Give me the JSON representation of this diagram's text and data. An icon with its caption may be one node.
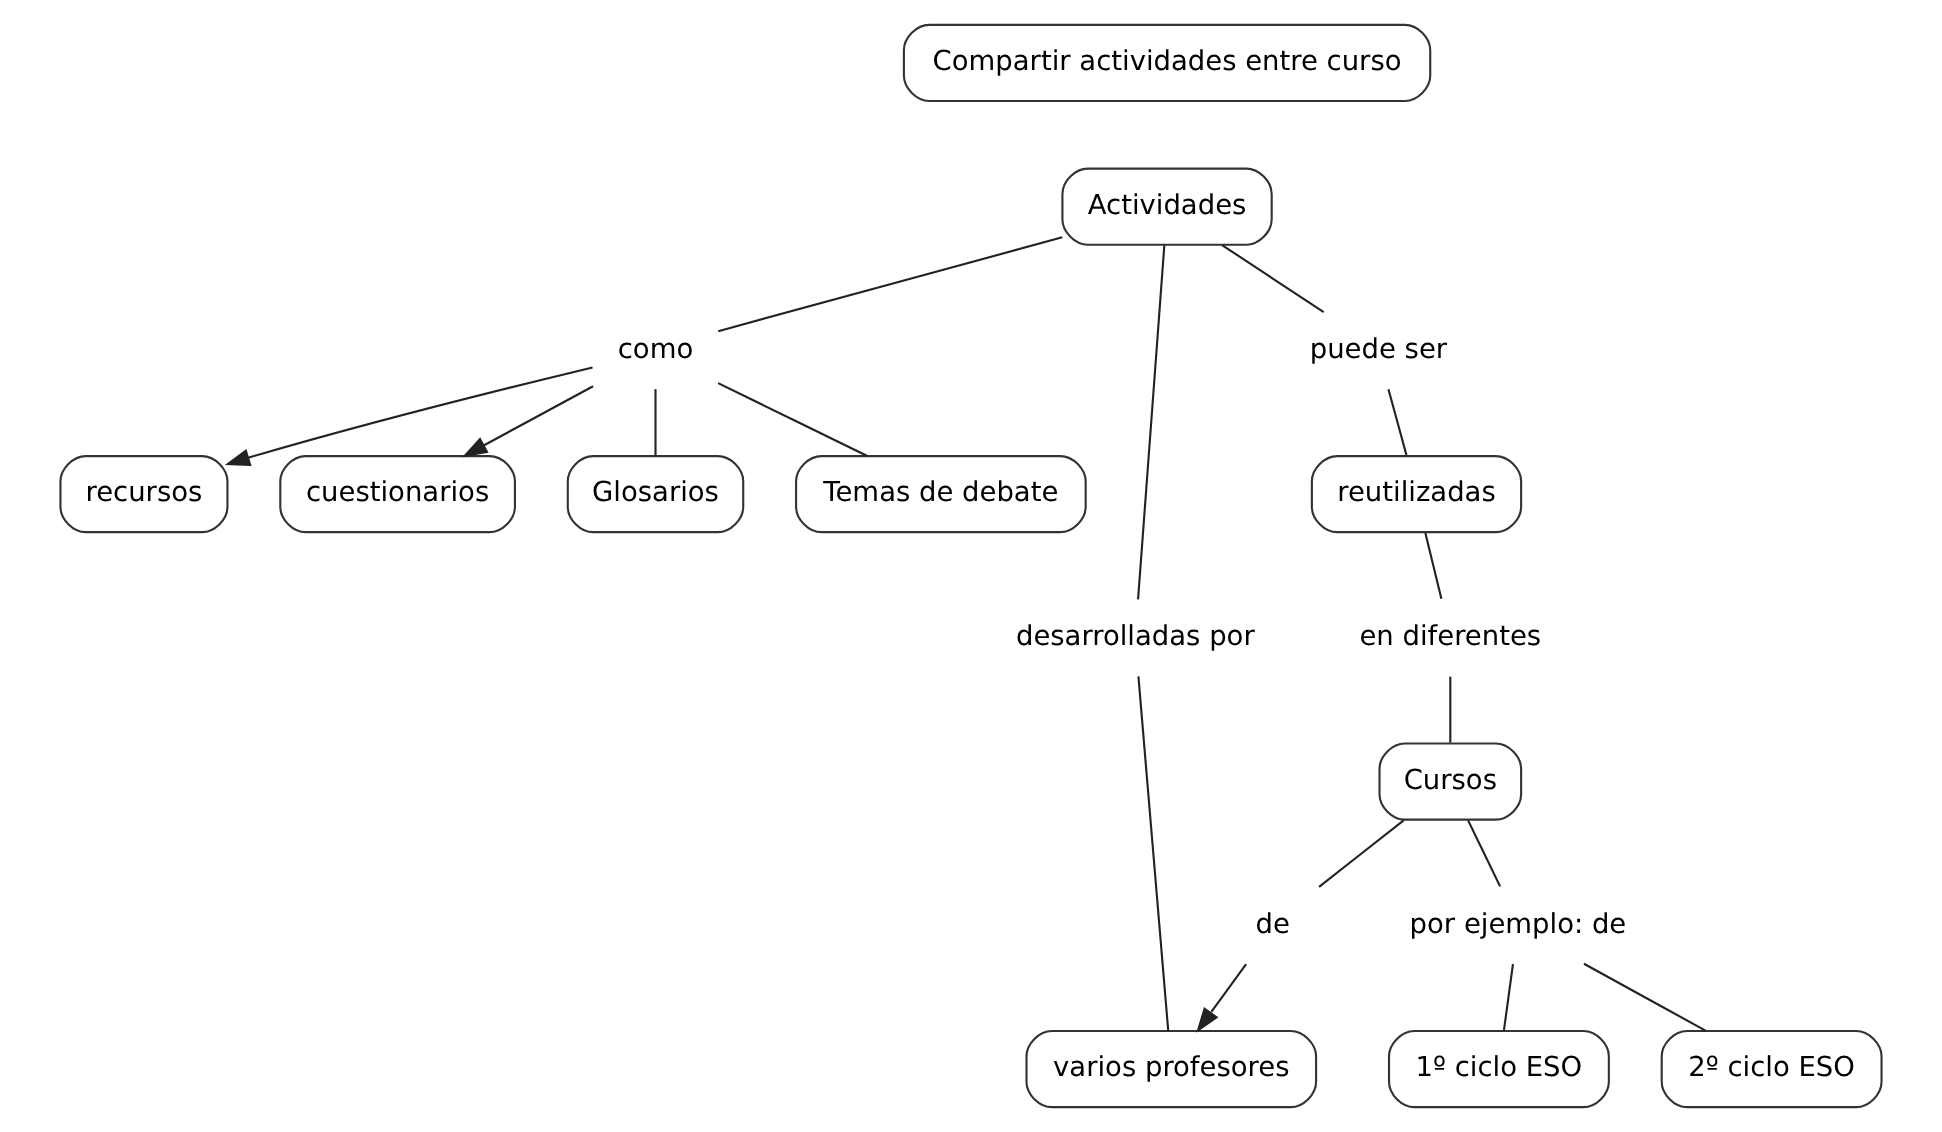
{
  "diagram": {
    "nodes": [
      {
        "text": [
          "Compartir actividades entre curso"
        ]
      },
      {
        "text": [
          "Actividades"
        ]
      },
      {
        "text": [
          "recursos"
        ]
      },
      {
        "text": [
          "como"
        ]
      },
      {
        "text": [
          "cuestionarios"
        ]
      },
      {
        "text": [
          "desarrolladas por"
        ]
      },
      {
        "text": [
          "puede ser"
        ]
      },
      {
        "text": [
          "Glosarios"
        ]
      },
      {
        "text": [
          "varios profesores"
        ]
      },
      {
        "text": [
          "reutilizadas"
        ]
      },
      {
        "text": [
          "en diferentes"
        ]
      },
      {
        "text": [
          "Temas de debate"
        ]
      },
      {
        "text": [
          "de"
        ]
      },
      {
        "text": [
          "Cursos"
        ]
      },
      {
        "text": [
          "por ejemplo: de"
        ]
      },
      {
        "text": [
          "1º ciclo ESO"
        ]
      },
      {
        "text": [
          "2º ciclo ESO"
        ]
      }
    ],
    "edges": [
      {
        "from": 1,
        "to": 3,
        "arrow": "none"
      },
      {
        "from": 3,
        "to": 2,
        "arrow": "to"
      },
      {
        "from": 3,
        "to": 4,
        "arrow": "to"
      },
      {
        "from": 3,
        "to": 7,
        "arrow": "none"
      },
      {
        "from": 3,
        "to": 11,
        "arrow": "none"
      },
      {
        "from": 1,
        "to": 5,
        "arrow": "none"
      },
      {
        "from": 5,
        "to": 8,
        "arrow": "none"
      },
      {
        "from": 1,
        "to": 6,
        "arrow": "none"
      },
      {
        "from": 6,
        "to": 9,
        "arrow": "none"
      },
      {
        "from": 9,
        "to": 10,
        "arrow": "none"
      },
      {
        "from": 10,
        "to": 13,
        "arrow": "none"
      },
      {
        "from": 13,
        "to": 12,
        "arrow": "none"
      },
      {
        "from": 12,
        "to": 8,
        "arrow": "to"
      },
      {
        "from": 13,
        "to": 14,
        "arrow": "none"
      },
      {
        "from": 14,
        "to": 15,
        "arrow": "none"
      },
      {
        "from": 14,
        "to": 16,
        "arrow": "none"
      }
    ]
  }
}
